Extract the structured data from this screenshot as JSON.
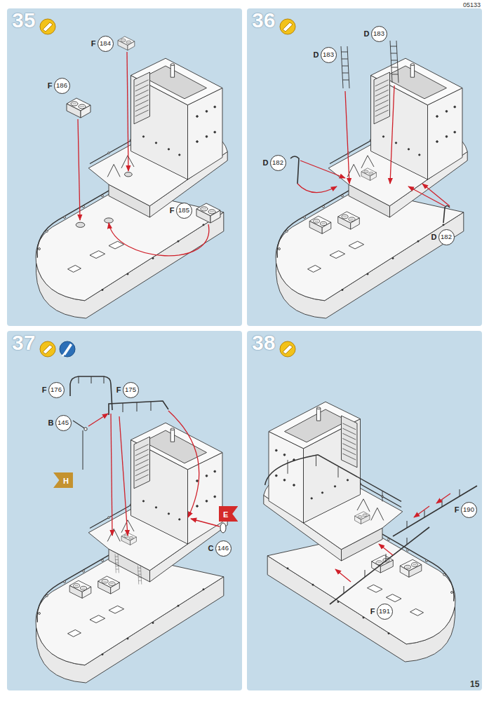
{
  "diagram": {
    "nodes": [
      {
        "text": [
          "35"
        ]
      },
      {
        "text": [
          "F",
          "184"
        ],
        "in": 0
      },
      {
        "text": [
          "F",
          "186"
        ],
        "in": 0
      },
      {
        "text": [
          "F",
          "185"
        ],
        "in": 0
      },
      {
        "text": [
          "36"
        ]
      },
      {
        "text": [
          "D",
          "183"
        ],
        "in": 4
      },
      {
        "text": [
          "D",
          "183"
        ],
        "in": 4
      },
      {
        "text": [
          "D",
          "182"
        ],
        "in": 4
      },
      {
        "text": [
          "D",
          "182"
        ],
        "in": 4
      },
      {
        "text": [
          "37"
        ]
      },
      {
        "text": [
          "F",
          "176"
        ],
        "in": 9
      },
      {
        "text": [
          "F",
          "175"
        ],
        "in": 9
      },
      {
        "text": [
          "B",
          "145"
        ],
        "in": 9
      },
      {
        "text": [
          "H"
        ],
        "in": 9
      },
      {
        "text": [
          "E"
        ],
        "in": 9
      },
      {
        "text": [
          "C",
          "146"
        ],
        "in": 9
      },
      {
        "text": [
          "38"
        ]
      },
      {
        "text": [
          "F",
          "190"
        ],
        "in": 16
      },
      {
        "text": [
          "F",
          "191"
        ],
        "in": 16
      }
    ],
    "labels": [
      "05133",
      "15"
    ]
  }
}
